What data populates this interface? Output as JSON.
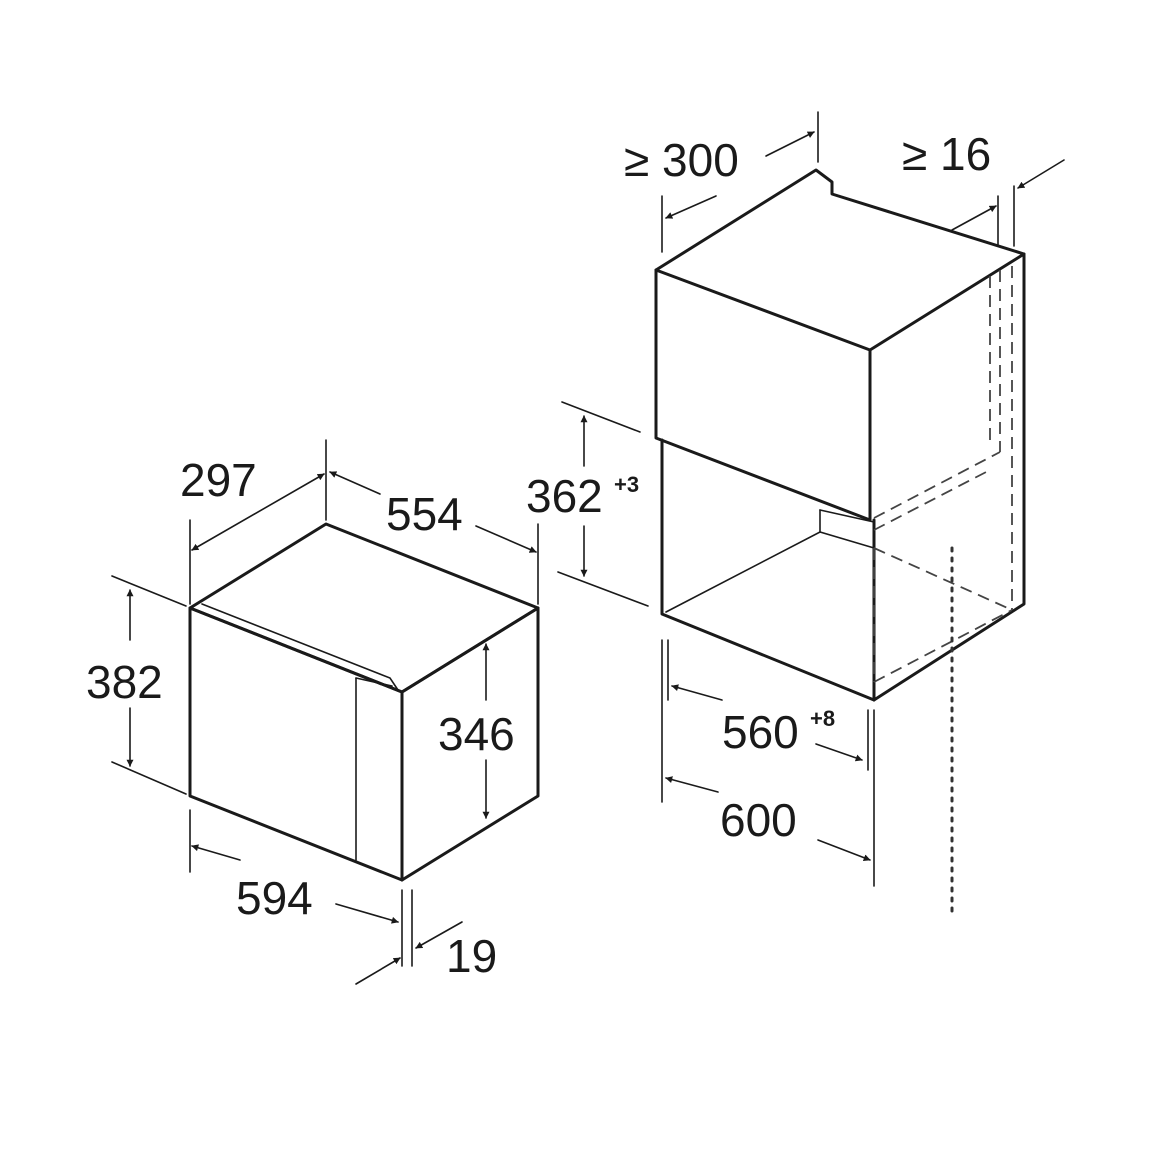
{
  "dimensions": {
    "appliance_depth": "297",
    "appliance_frame_depth": "554",
    "appliance_height": "382",
    "door_height": "346",
    "appliance_width": "594",
    "door_thickness": "19",
    "min_cabinet_depth": "≥ 300",
    "min_back_gap": "≥ 16",
    "niche_height": "362",
    "niche_height_tolerance": "+3",
    "niche_width": "560",
    "niche_width_tolerance": "+8",
    "cabinet_width": "600"
  },
  "colors": {
    "line": "#1a1a1a",
    "background": "#ffffff"
  }
}
